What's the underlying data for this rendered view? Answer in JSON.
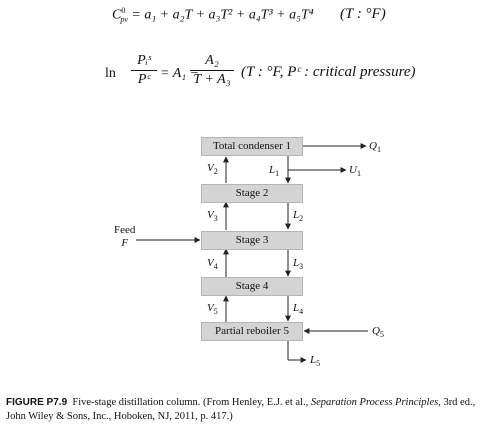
{
  "equations": {
    "cp_lhs": "C",
    "cp_sup": "0",
    "cp_sub": "pv",
    "cp_rhs": "= a₁ + a₂T + a₃T² + a₄T³ + a₅T⁴",
    "cp_note": "(T : °F)",
    "ln_label": "ln",
    "ln_num": "Pᵢˢ",
    "ln_den": "Pᶜ",
    "ln_mid": "= A₁ −",
    "ln_frac_num": "A₂",
    "ln_frac_den": "T + A₃",
    "ln_note": "(T : °F, Pᶜ : critical pressure)"
  },
  "diagram": {
    "stages": [
      "Total condenser 1",
      "Stage 2",
      "Stage 3",
      "Stage 4",
      "Partial reboiler 5"
    ],
    "feed_label": "Feed",
    "feed_symbol": "F",
    "flows": {
      "Q1": "Q",
      "Q1_sub": "1",
      "U1": "U",
      "U1_sub": "1",
      "L1": "L",
      "L1_sub": "1",
      "V2": "V",
      "V2_sub": "2",
      "L2": "L",
      "L2_sub": "2",
      "V3": "V",
      "V3_sub": "3",
      "L3": "L",
      "L3_sub": "3",
      "V4": "V",
      "V4_sub": "4",
      "L4": "L",
      "L4_sub": "4",
      "V5": "V",
      "V5_sub": "5",
      "Q5": "Q",
      "Q5_sub": "5",
      "L5": "L",
      "L5_sub": "5"
    }
  },
  "caption": {
    "label": "FIGURE P7.9",
    "text_before": "Five-stage distillation column. (From Henley, E.J. et al., ",
    "book_title": "Separation Process Principles",
    "text_after": ", 3rd ed., John Wiley & Sons, Inc., Hoboken, NJ, 2011, p. 417.)"
  }
}
